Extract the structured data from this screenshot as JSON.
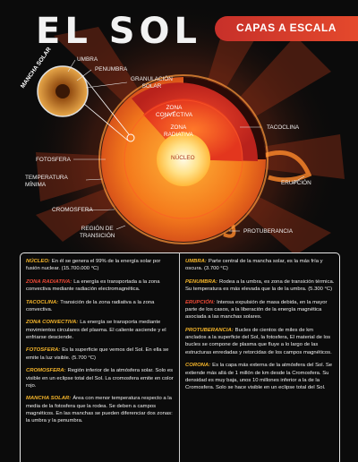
{
  "title": "EL SOL",
  "banner": "CAPAS A ESCALA",
  "labels": {
    "mancha_solar": "MANCHA SOLAR",
    "umbra": "UMBRA",
    "penumbra": "PENUMBRA",
    "granulacion": "GRANULACIÓN\nSOLAR",
    "zona_convectiva": "ZONA\nCONVECTIVA",
    "zona_radiativa": "ZONA\nRADIATIVA",
    "nucleo": "NÚCLEO",
    "tacoclina": "TACOCLINA",
    "fotosfera": "FOTOSFERA",
    "temperatura_minima": "TEMPERATURA\nMÍNIMA",
    "erupcion": "ERUPCIÓN",
    "cromosfera": "CROMOSFERA",
    "region_transicion": "REGIÓN DE\nTRANSICIÓN",
    "protuberancia": "PROTUBERANCIA"
  },
  "definitions_left": [
    {
      "term": "NÚCLEO:",
      "text": "En él se genera el 99% de la energía solar por fusión nuclear. (15.700.000 °C)",
      "color": "#f5b52a"
    },
    {
      "term": "ZONA RADIATIVA:",
      "text": "La energía es transportada a la zona convectiva mediante  radiación electromagnética.",
      "color": "#ef4a37"
    },
    {
      "term": "TACOCLINA:",
      "text": "Transición de la zona radiativa a la zona convectiva.",
      "color": "#f5b52a"
    },
    {
      "term": "ZONA CONVECTIVA:",
      "text": "La energía se      transporta mediante movimientos circulares del plasma. El caliente asciende y el enfriarse desciende.",
      "color": "#f5b52a"
    },
    {
      "term": "FOTOSFERA:",
      "text": "Es la superficie que vemos del Sol. En ella se emite la luz visible. (5.700 °C)",
      "color": "#f5b52a"
    },
    {
      "term": "CROMOSFERA:",
      "text": "Región inferior de la atmósfera solar.  Solo    es  visible  en  un  eclipse total del Sol. La cromosfera emite en color rojo.",
      "color": "#f5b52a"
    },
    {
      "term": "MANCHA SOLAR:",
      "text": "Área   con menor temperatura respecto a la media de la   fotosfera que la rodea. Se deben a campos magnéticos. En las manchas  se pueden diferenciar dos zonas: la umbra y la penumbra.",
      "color": "#f5b52a"
    }
  ],
  "definitions_right": [
    {
      "term": "UMBRA:",
      "text": "Parte central de la mancha solar, es la más fría y oscura. (3.700 °C)",
      "color": "#f5b52a"
    },
    {
      "term": "PENUMBRA:",
      "text": "Rodea a la umbra, es zona de transición térmica.  Su temperatura es más elevada que la de la umbra. (5.300 °C)",
      "color": "#f5b52a"
    },
    {
      "term": "ERUPCIÓN:",
      "text": "Intensa expulsión de masa debida, en la mayor parte de los  casos, a la liberación de la energía magnética  asociada a las manchas solares.",
      "color": "#ef4a37"
    },
    {
      "term": "PROTUBERANCIA:",
      "text": "Bucles de cientos de miles de km anclados  a  la  superficie  del  Sol,  la  fotosfera, El   material de los bucles  se compone de plasma que fluye a lo largo de las estructuras enredadas y retorcidas de los campos magnéticos.",
      "color": "#f5b52a"
    },
    {
      "term": "CORONA:",
      "text": "Es la capa más externa de la atmósfera del Sol. Se extiende más allá de 1 millón de km desde la Cromosfera. Su densidad es muy baja, unos 10 millones inferior a la de la Cromosfera. Solo se hace visible en un eclipse total del Sol.",
      "color": "#f5b52a"
    }
  ],
  "colors": {
    "accent_red": "#e4492c",
    "accent_yellow": "#f5b52a",
    "sun_orange": "#f07a1c",
    "core": "#fff3c4"
  }
}
